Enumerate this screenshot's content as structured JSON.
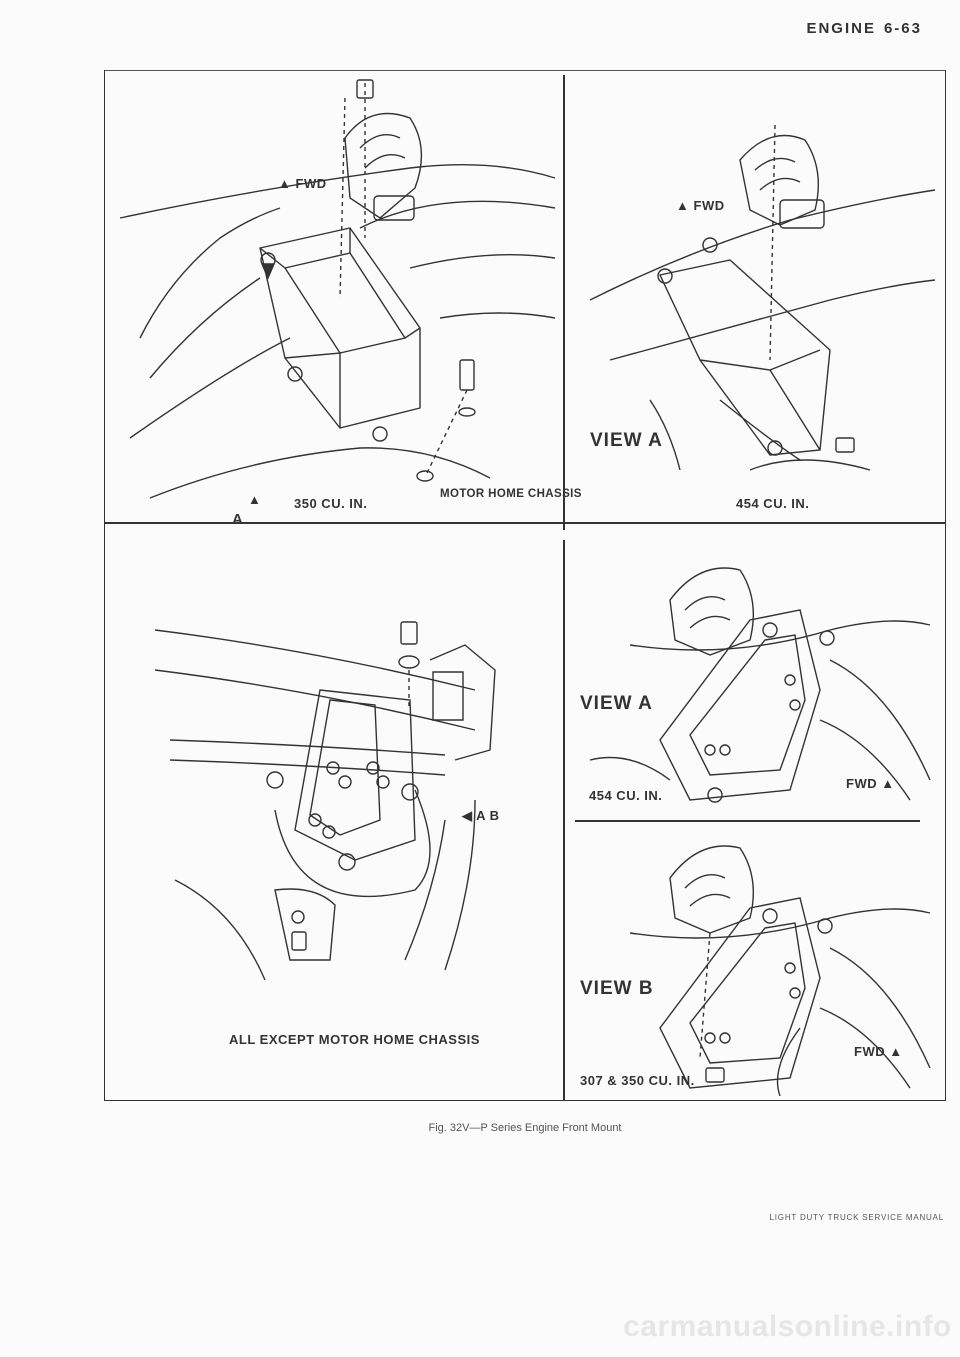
{
  "header": {
    "section": "ENGINE",
    "page": "6-63"
  },
  "top_left": {
    "fwd": "FWD",
    "view_ref": "A",
    "engine": "350 CU. IN.",
    "chassis": "MOTOR HOME CHASSIS"
  },
  "top_right": {
    "fwd": "FWD",
    "view": "VIEW A",
    "engine": "454 CU. IN."
  },
  "bottom_left": {
    "ref": "A B",
    "chassis": "ALL EXCEPT MOTOR HOME CHASSIS"
  },
  "bottom_right_upper": {
    "view": "VIEW A",
    "engine": "454 CU. IN.",
    "fwd": "FWD"
  },
  "bottom_right_lower": {
    "view": "VIEW B",
    "engine": "307 & 350 CU. IN.",
    "fwd": "FWD"
  },
  "caption": "Fig. 32V—P Series Engine Front Mount",
  "footer": "LIGHT DUTY TRUCK SERVICE MANUAL",
  "watermark": "carmanualsonline.info"
}
